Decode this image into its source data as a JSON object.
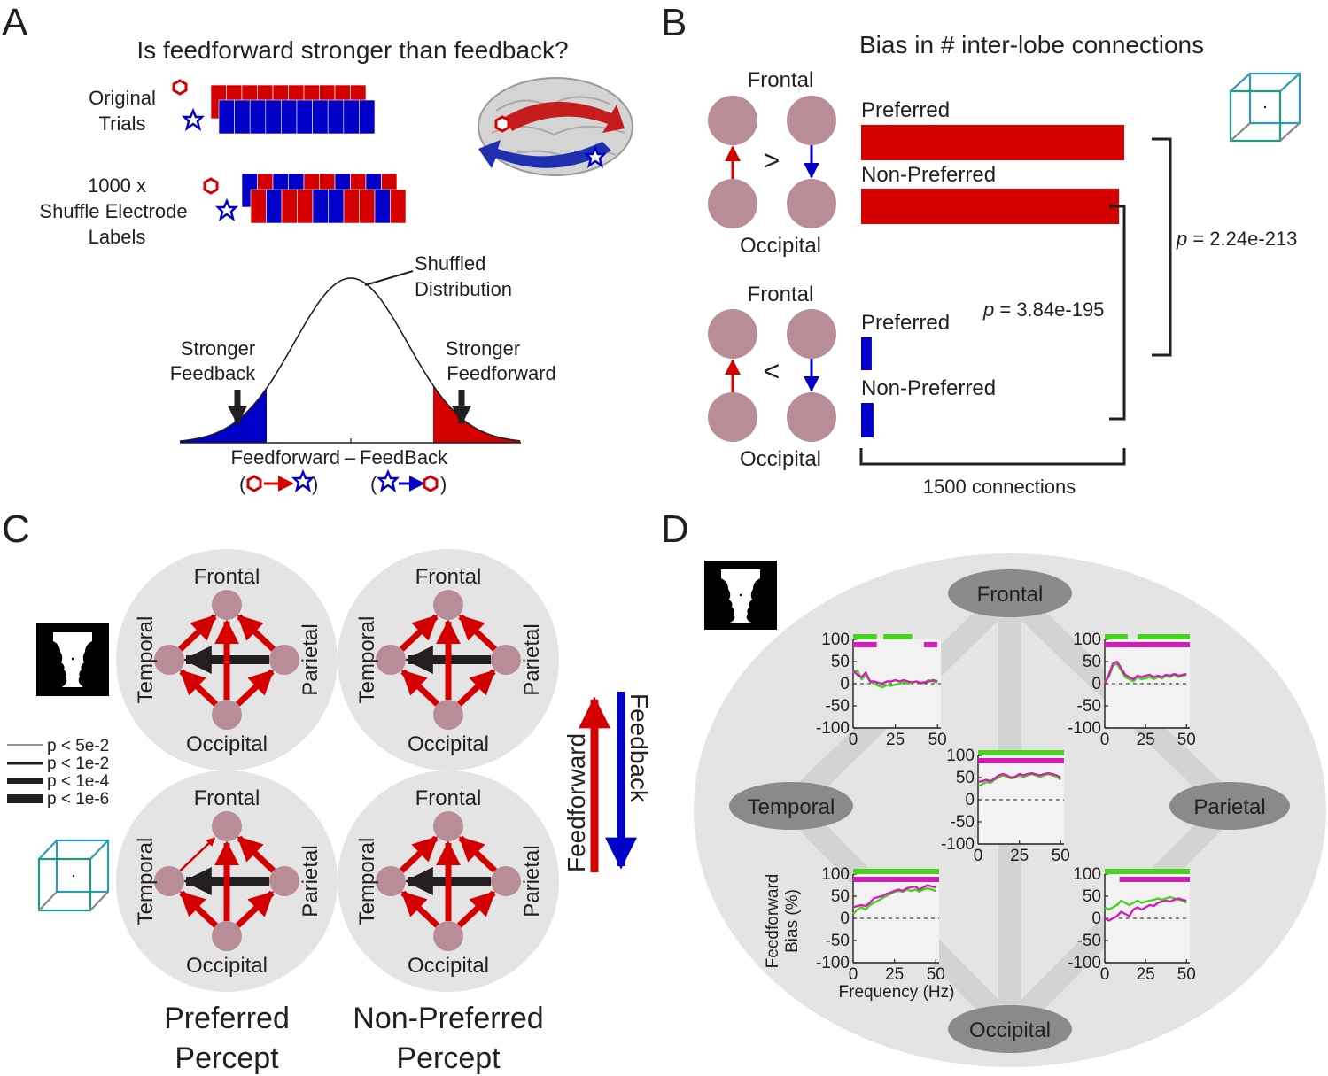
{
  "colors": {
    "ff": "#d40000",
    "fb": "#0000c8",
    "node": "#b98d97",
    "green": "#46d21e",
    "magenta": "#d21eb4",
    "gray": "#e4e4e4"
  },
  "panels": {
    "a": "A",
    "b": "B",
    "c": "C",
    "d": "D"
  },
  "panelA": {
    "title": "Is feedforward stronger than feedback?",
    "original_line1": "Original",
    "original_line2": "Trials",
    "shuffle_line1": "1000 x",
    "shuffle_line2": "Shuffle Electrode",
    "shuffle_line3": "Labels",
    "dist_line1": "Shuffled",
    "dist_line2": "Distribution",
    "fb_line1": "Stronger",
    "fb_line2": "Feedback",
    "ff_line1": "Stronger",
    "ff_line2": "Feedforward",
    "axis_left": "Feedforward",
    "axis_dash": "–",
    "axis_right": "FeedBack",
    "paren_open": "(",
    "paren_close": ")"
  },
  "panelB": {
    "title": "Bias in # inter-lobe connections",
    "frontal": "Frontal",
    "occipital": "Occipital",
    "gt": ">",
    "lt": "<",
    "p_symbol": "p",
    "p1_value": " = 2.24e-213",
    "p2_value": " = 3.84e-195",
    "scale_label": "1500 connections",
    "bars": [
      {
        "label": "Preferred",
        "value": 1500,
        "color": "#d40000"
      },
      {
        "label": "Non-Preferred",
        "value": 1470,
        "color": "#d40000"
      },
      {
        "label": "Preferred",
        "value": 60,
        "color": "#0000c8"
      },
      {
        "label": "Non-Preferred",
        "value": 70,
        "color": "#0000c8"
      }
    ]
  },
  "panelC": {
    "frontal": "Frontal",
    "occipital": "Occipital",
    "temporal": "Temporal",
    "parietal": "Parietal",
    "legend": [
      "p < 5e-2",
      "p < 1e-2",
      "p < 1e-4",
      "p < 1e-6"
    ],
    "feedforward": "Feedforward",
    "feedback": "Feedback",
    "pref_line1": "Preferred",
    "pref_line2": "Percept",
    "nonpref_line1": "Non-Preferred",
    "nonpref_line2": "Percept"
  },
  "panelD": {
    "frontal": "Frontal",
    "temporal": "Temporal",
    "parietal": "Parietal",
    "occipital": "Occipital",
    "ylabel_line1": "Feedforward",
    "ylabel_line2": "Bias (%)",
    "xlabel": "Frequency (Hz)",
    "yticks": [
      "100",
      "50",
      "0",
      "-50",
      "-100"
    ],
    "xticks": [
      "0",
      "25",
      "50"
    ]
  },
  "chart_data": [
    {
      "type": "line",
      "panel": "D",
      "pair": "Frontal-Temporal",
      "x": [
        0,
        2.5,
        5,
        7.5,
        10,
        12.5,
        15,
        17.5,
        20,
        22.5,
        25,
        27.5,
        30,
        32.5,
        35,
        37.5,
        40,
        42.5,
        45,
        47.5,
        50
      ],
      "series": [
        {
          "values": [
            25,
            30,
            10,
            20,
            5,
            0,
            -5,
            -8,
            -3,
            -5,
            -2,
            0,
            3,
            0,
            2,
            5,
            0,
            3,
            8,
            5,
            3
          ]
        },
        {
          "values": [
            30,
            20,
            15,
            25,
            5,
            5,
            2,
            0,
            5,
            5,
            8,
            5,
            8,
            5,
            3,
            5,
            2,
            3,
            5,
            8,
            5
          ]
        }
      ],
      "ylim": [
        -100,
        100
      ],
      "xlim": [
        0,
        52
      ]
    },
    {
      "type": "line",
      "panel": "D",
      "pair": "Frontal-Parietal",
      "x": [
        0,
        2.5,
        5,
        7.5,
        10,
        12.5,
        15,
        17.5,
        20,
        22.5,
        25,
        27.5,
        30,
        32.5,
        35,
        37.5,
        40,
        42.5,
        45,
        47.5,
        50
      ],
      "series": [
        {
          "values": [
            5,
            15,
            40,
            45,
            30,
            15,
            10,
            5,
            15,
            10,
            12,
            15,
            10,
            15,
            12,
            18,
            15,
            20,
            15,
            18,
            20
          ]
        },
        {
          "values": [
            0,
            20,
            45,
            50,
            35,
            20,
            15,
            10,
            18,
            15,
            18,
            20,
            15,
            18,
            15,
            20,
            18,
            22,
            18,
            20,
            22
          ]
        }
      ],
      "ylim": [
        -100,
        100
      ],
      "xlim": [
        0,
        52
      ]
    },
    {
      "type": "line",
      "panel": "D",
      "pair": "Frontal-Occipital",
      "x": [
        0,
        2.5,
        5,
        7.5,
        10,
        12.5,
        15,
        17.5,
        20,
        22.5,
        25,
        27.5,
        30,
        32.5,
        35,
        37.5,
        40,
        42.5,
        45,
        47.5,
        50
      ],
      "series": [
        {
          "values": [
            30,
            35,
            40,
            38,
            45,
            50,
            55,
            52,
            48,
            50,
            55,
            52,
            55,
            58,
            55,
            52,
            55,
            58,
            55,
            52,
            45
          ]
        },
        {
          "values": [
            40,
            42,
            45,
            42,
            48,
            55,
            58,
            55,
            50,
            52,
            58,
            55,
            58,
            60,
            57,
            55,
            58,
            60,
            58,
            55,
            50
          ]
        }
      ],
      "ylim": [
        -100,
        100
      ],
      "xlim": [
        0,
        52
      ]
    },
    {
      "type": "line",
      "panel": "D",
      "pair": "Temporal-Occipital",
      "x": [
        0,
        2.5,
        5,
        7.5,
        10,
        12.5,
        15,
        17.5,
        20,
        22.5,
        25,
        27.5,
        30,
        32.5,
        35,
        37.5,
        40,
        42.5,
        45,
        47.5,
        50
      ],
      "series": [
        {
          "values": [
            10,
            20,
            25,
            20,
            30,
            35,
            40,
            45,
            50,
            55,
            60,
            62,
            60,
            65,
            62,
            65,
            60,
            65,
            68,
            65,
            62
          ]
        },
        {
          "values": [
            25,
            28,
            30,
            28,
            35,
            45,
            48,
            50,
            55,
            58,
            62,
            65,
            62,
            68,
            70,
            72,
            65,
            70,
            75,
            72,
            70
          ]
        }
      ],
      "ylim": [
        -100,
        100
      ],
      "xlim": [
        0,
        52
      ]
    },
    {
      "type": "line",
      "panel": "D",
      "pair": "Parietal-Occipital",
      "x": [
        0,
        2.5,
        5,
        7.5,
        10,
        12.5,
        15,
        17.5,
        20,
        22.5,
        25,
        27.5,
        30,
        32.5,
        35,
        37.5,
        40,
        42.5,
        45,
        47.5,
        50
      ],
      "series": [
        {
          "values": [
            25,
            20,
            25,
            30,
            40,
            35,
            30,
            35,
            40,
            35,
            38,
            40,
            42,
            45,
            42,
            45,
            48,
            45,
            42,
            40,
            35
          ]
        },
        {
          "values": [
            0,
            -5,
            0,
            5,
            15,
            10,
            5,
            20,
            25,
            20,
            25,
            30,
            28,
            35,
            38,
            40,
            38,
            42,
            45,
            42,
            40
          ]
        }
      ],
      "ylim": [
        -100,
        100
      ],
      "xlim": [
        0,
        52
      ]
    }
  ]
}
